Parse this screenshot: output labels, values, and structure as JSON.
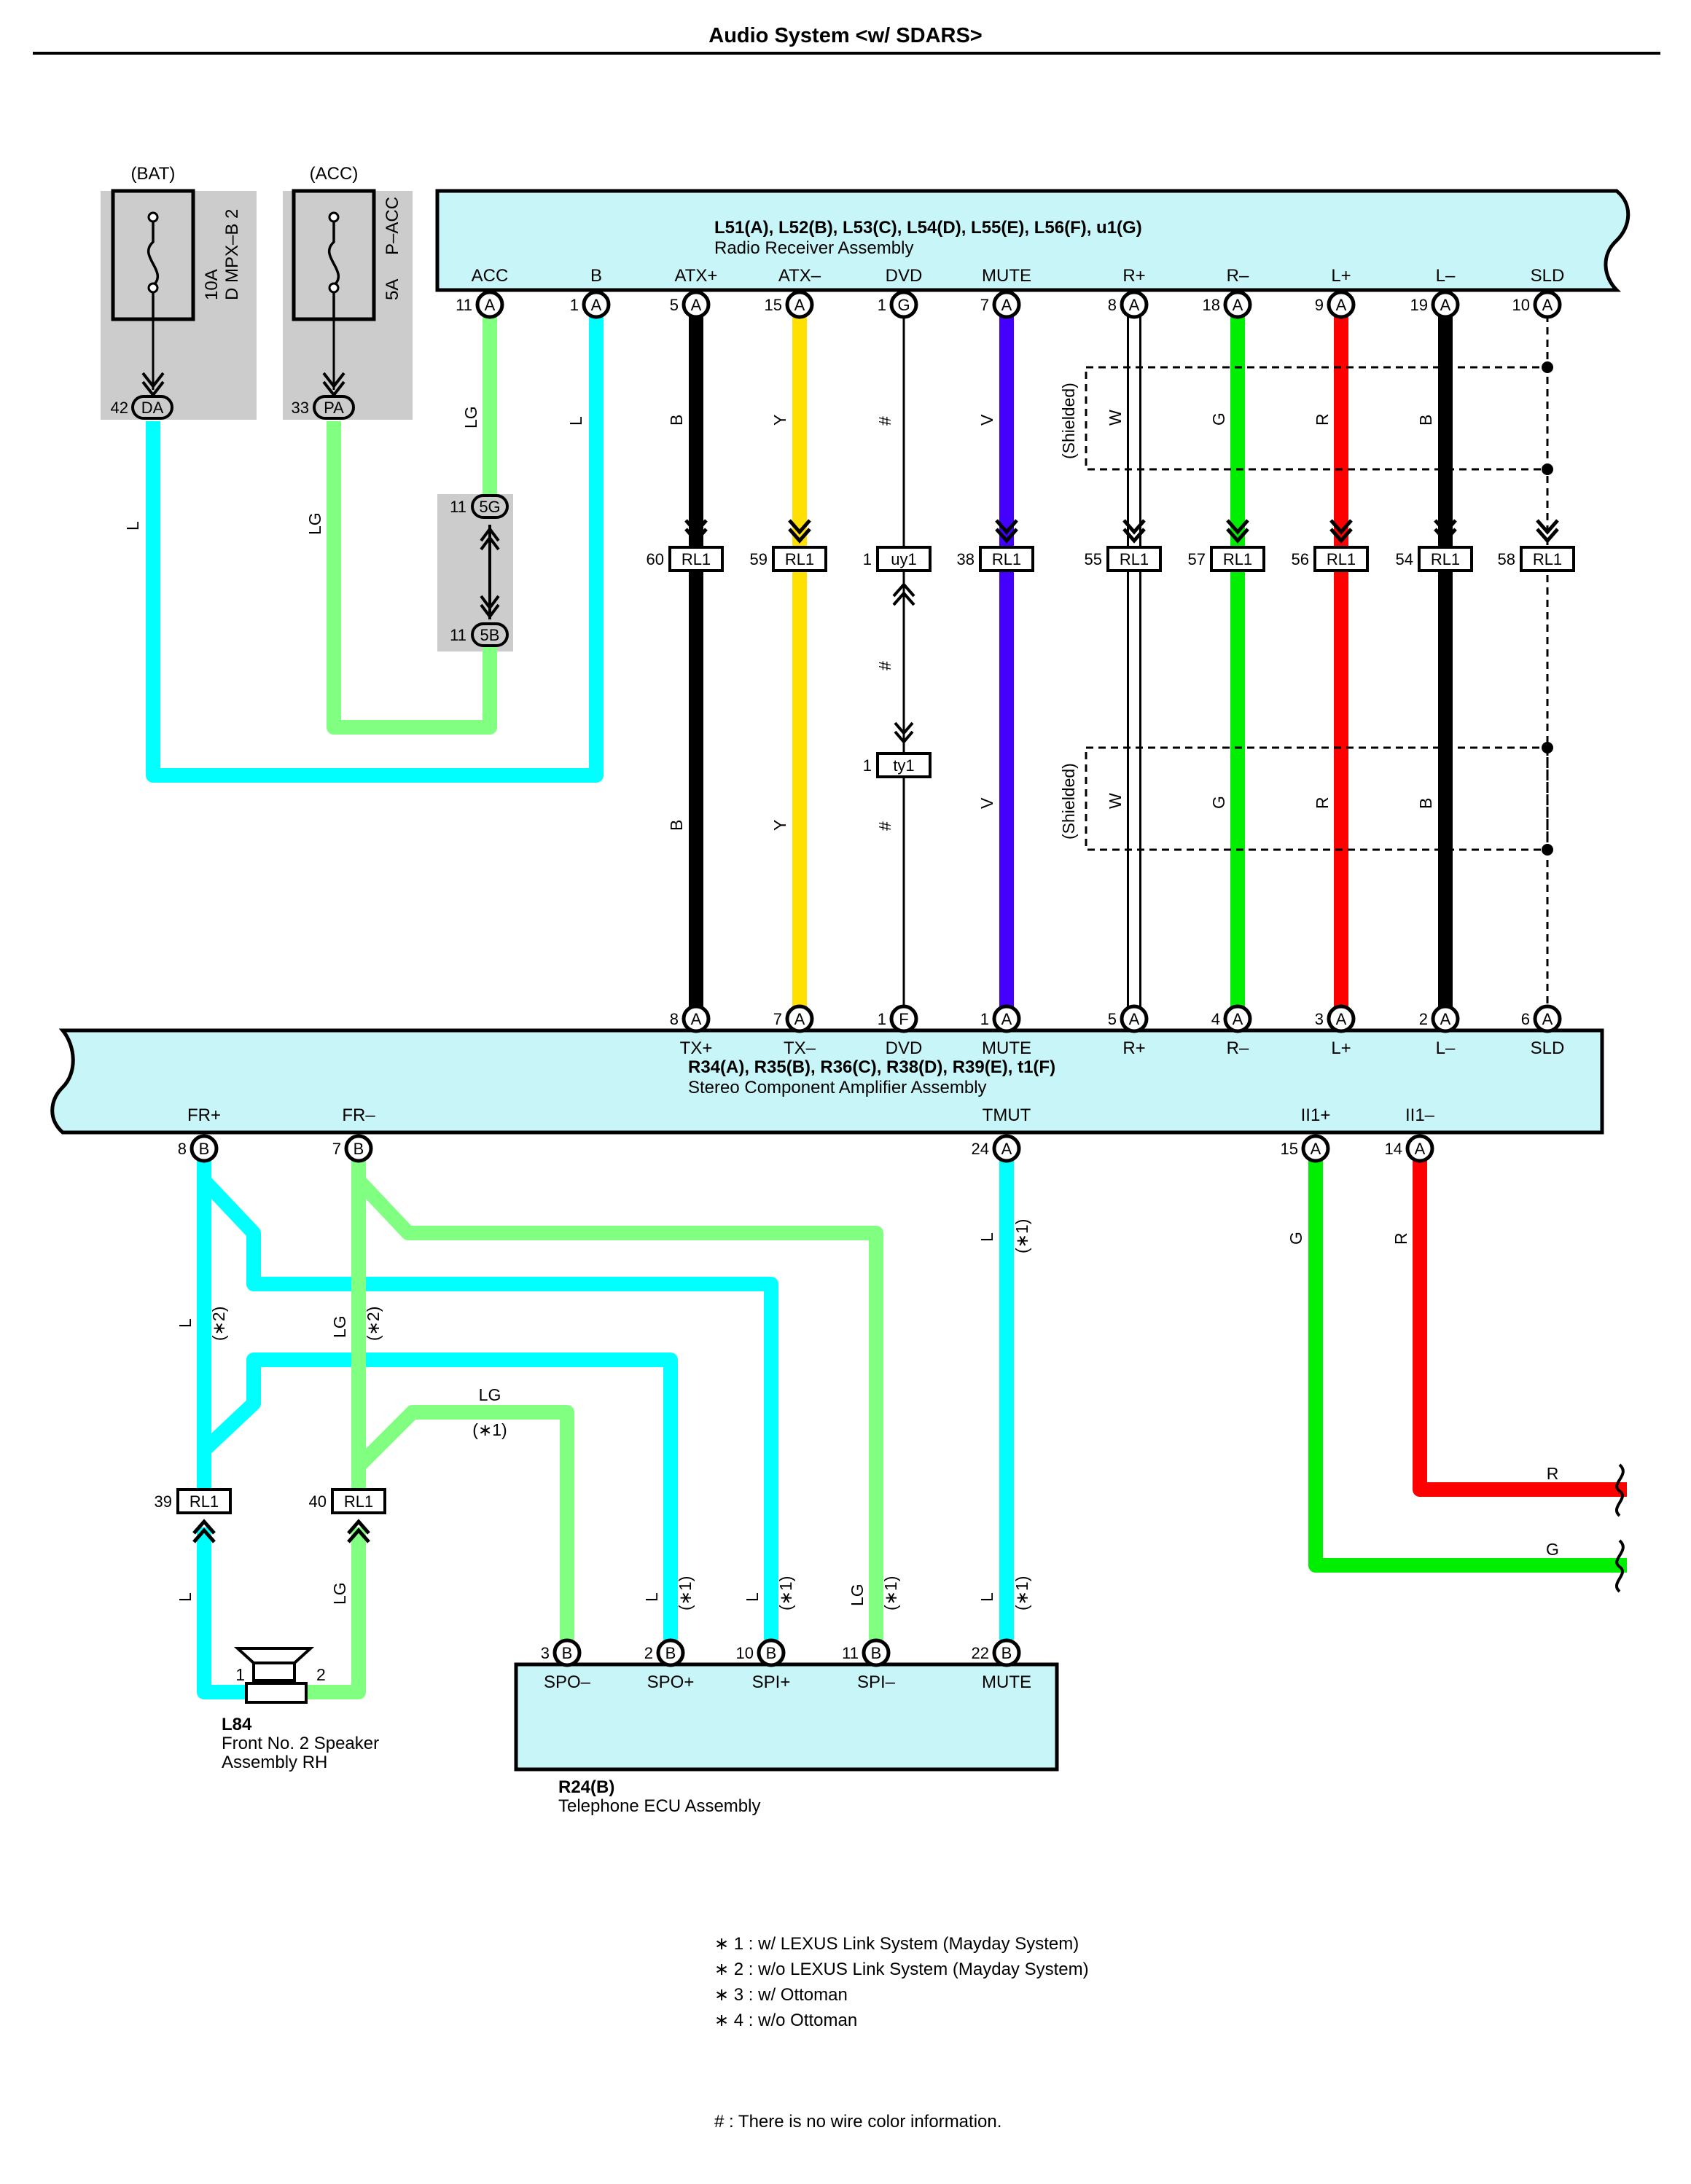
{
  "title": "Audio System <w/ SDARS>",
  "colors": {
    "L": "#00ffff",
    "LG": "#80ff80",
    "B": "#000000",
    "Y": "#ffe000",
    "V": "#4400ff",
    "G": "#00ee00",
    "R": "#ff0000",
    "W": "#ffffff",
    "box": "#c8f5f8",
    "fuse_bg": "#cccccc"
  },
  "fuses": [
    {
      "source": "(BAT)",
      "rating": "10A",
      "name": "D MPX–B 2",
      "pin": "42",
      "conn": "DA"
    },
    {
      "source": "(ACC)",
      "rating": "5A",
      "name": "P–ACC",
      "pin": "33",
      "conn": "PA"
    }
  ],
  "radio": {
    "codes": "L51(A), L52(B), L53(C), L54(D), L55(E), L56(F), u1(G)",
    "name": "Radio Receiver Assembly",
    "pins": [
      {
        "label": "ACC",
        "pin": "11",
        "conn": "A"
      },
      {
        "label": "B",
        "pin": "1",
        "conn": "A"
      },
      {
        "label": "ATX+",
        "pin": "5",
        "conn": "A"
      },
      {
        "label": "ATX–",
        "pin": "15",
        "conn": "A"
      },
      {
        "label": "DVD",
        "pin": "1",
        "conn": "G"
      },
      {
        "label": "MUTE",
        "pin": "7",
        "conn": "A"
      },
      {
        "label": "R+",
        "pin": "8",
        "conn": "A"
      },
      {
        "label": "R–",
        "pin": "18",
        "conn": "A"
      },
      {
        "label": "L+",
        "pin": "9",
        "conn": "A"
      },
      {
        "label": "L–",
        "pin": "19",
        "conn": "A"
      },
      {
        "label": "SLD",
        "pin": "10",
        "conn": "A"
      }
    ]
  },
  "amp": {
    "codes": "R34(A), R35(B), R36(C), R38(D), R39(E), t1(F)",
    "name": "Stereo Component Amplifier Assembly",
    "top_pins": [
      {
        "label": "TX+",
        "pin": "8",
        "conn": "A"
      },
      {
        "label": "TX–",
        "pin": "7",
        "conn": "A"
      },
      {
        "label": "DVD",
        "pin": "1",
        "conn": "F"
      },
      {
        "label": "MUTE",
        "pin": "1",
        "conn": "A"
      },
      {
        "label": "R+",
        "pin": "5",
        "conn": "A"
      },
      {
        "label": "R–",
        "pin": "4",
        "conn": "A"
      },
      {
        "label": "L+",
        "pin": "3",
        "conn": "A"
      },
      {
        "label": "L–",
        "pin": "2",
        "conn": "A"
      },
      {
        "label": "SLD",
        "pin": "6",
        "conn": "A"
      }
    ],
    "bottom_pins": [
      {
        "label": "FR+",
        "pin": "8",
        "conn": "B"
      },
      {
        "label": "FR–",
        "pin": "7",
        "conn": "B"
      },
      {
        "label": "TMUT",
        "pin": "24",
        "conn": "A"
      },
      {
        "label": "II1+",
        "pin": "15",
        "conn": "A"
      },
      {
        "label": "II1–",
        "pin": "14",
        "conn": "A"
      }
    ]
  },
  "joints": {
    "top": {
      "pin": "11",
      "conn": "5G"
    },
    "bottom": {
      "pin": "11",
      "conn": "5B"
    }
  },
  "rl1_row": {
    "label": "RL1",
    "pins": [
      "60",
      "59",
      "1",
      "38",
      "55",
      "57",
      "56",
      "54",
      "58"
    ],
    "dvd_conn": "uy1"
  },
  "ty1": {
    "pin": "1",
    "conn": "ty1"
  },
  "rl1_low": {
    "label": "RL1",
    "pins": [
      "39",
      "40"
    ]
  },
  "shield_label": "(Shielded)",
  "wire_codes": {
    "L": "L",
    "LG": "LG",
    "B": "B",
    "Y": "Y",
    "V": "V",
    "W": "W",
    "G": "G",
    "R": "R",
    "hash": "#"
  },
  "star_notes": {
    "n1": "(∗1)",
    "n2": "(∗2)"
  },
  "speaker": {
    "code": "L84",
    "name_line1": "Front No. 2 Speaker",
    "name_line2": "Assembly RH",
    "pin1": "1",
    "pin2": "2"
  },
  "telephone": {
    "code": "R24(B)",
    "name": "Telephone ECU Assembly",
    "pins": [
      {
        "label": "SPO–",
        "pin": "3",
        "conn": "B"
      },
      {
        "label": "SPO+",
        "pin": "2",
        "conn": "B"
      },
      {
        "label": "SPI+",
        "pin": "10",
        "conn": "B"
      },
      {
        "label": "SPI–",
        "pin": "11",
        "conn": "B"
      },
      {
        "label": "MUTE",
        "pin": "22",
        "conn": "B"
      }
    ]
  },
  "notes": [
    "∗ 1 : w/ LEXUS Link System (Mayday System)",
    "∗ 2 : w/o LEXUS Link System (Mayday System)",
    "∗ 3 : w/ Ottoman",
    "∗ 4 : w/o Ottoman"
  ],
  "hash_note": "# : There is no wire color information."
}
